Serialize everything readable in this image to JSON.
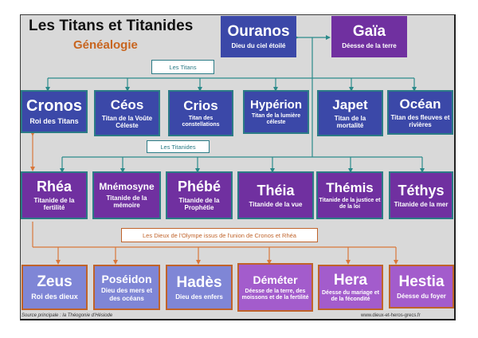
{
  "header": {
    "title": "Les Titans et Titanides",
    "subtitle": "Généalogie"
  },
  "primordials": [
    {
      "name": "Ouranos",
      "desc": "Dieu du ciel étoilé"
    },
    {
      "name": "Gaïa",
      "desc": "Déesse de la terre"
    }
  ],
  "labels": {
    "titans": "Les Titans",
    "titanides": "Les Titanides",
    "olympians": "Les Dieux de l'Olympe issus de l'union de Cronos et Rhéa"
  },
  "titans": [
    {
      "name": "Cronos",
      "desc": "Roi des Titans"
    },
    {
      "name": "Céos",
      "desc": "Titan de la Voûte Céleste"
    },
    {
      "name": "Crios",
      "desc": "Titan des constellations"
    },
    {
      "name": "Hypérion",
      "desc": "Titan de la lumière céleste"
    },
    {
      "name": "Japet",
      "desc": "Titan de la mortalité"
    },
    {
      "name": "Océan",
      "desc": "Titan des fleuves et rivières"
    }
  ],
  "titanides": [
    {
      "name": "Rhéa",
      "desc": "Titanide de la fertilité"
    },
    {
      "name": "Mnémosyne",
      "desc": "Titanide de la mémoire"
    },
    {
      "name": "Phébé",
      "desc": "Titanide de la Prophétie"
    },
    {
      "name": "Théia",
      "desc": "Titanide de la vue"
    },
    {
      "name": "Thémis",
      "desc": "Titanide de la justice et de la loi"
    },
    {
      "name": "Téthys",
      "desc": "Titanide de la mer"
    }
  ],
  "olympians": [
    {
      "name": "Zeus",
      "desc": "Roi des dieux"
    },
    {
      "name": "Poséidon",
      "desc": "Dieu des mers et des océans"
    },
    {
      "name": "Hadès",
      "desc": "Dieu des enfers"
    },
    {
      "name": "Déméter",
      "desc": "Déesse de la terre, des moissons et de la fertilité"
    },
    {
      "name": "Hera",
      "desc": "Déesse du mariage et de la fécondité"
    },
    {
      "name": "Hestia",
      "desc": "Déesse du foyer"
    }
  ],
  "footer": {
    "source": "Source principale : la Théogonie d'Hésiode",
    "website": "www.dieux-et-heros-grecs.fr"
  },
  "colors": {
    "background": "#d9d9d9",
    "titan": "#3b48a8",
    "titanide": "#7030a0",
    "olympian_male": "#7f86d6",
    "olympian_female": "#a35ccc",
    "teal_connector": "#2b8a8a",
    "orange_connector": "#d9773a",
    "subtitle": "#c8651f"
  }
}
